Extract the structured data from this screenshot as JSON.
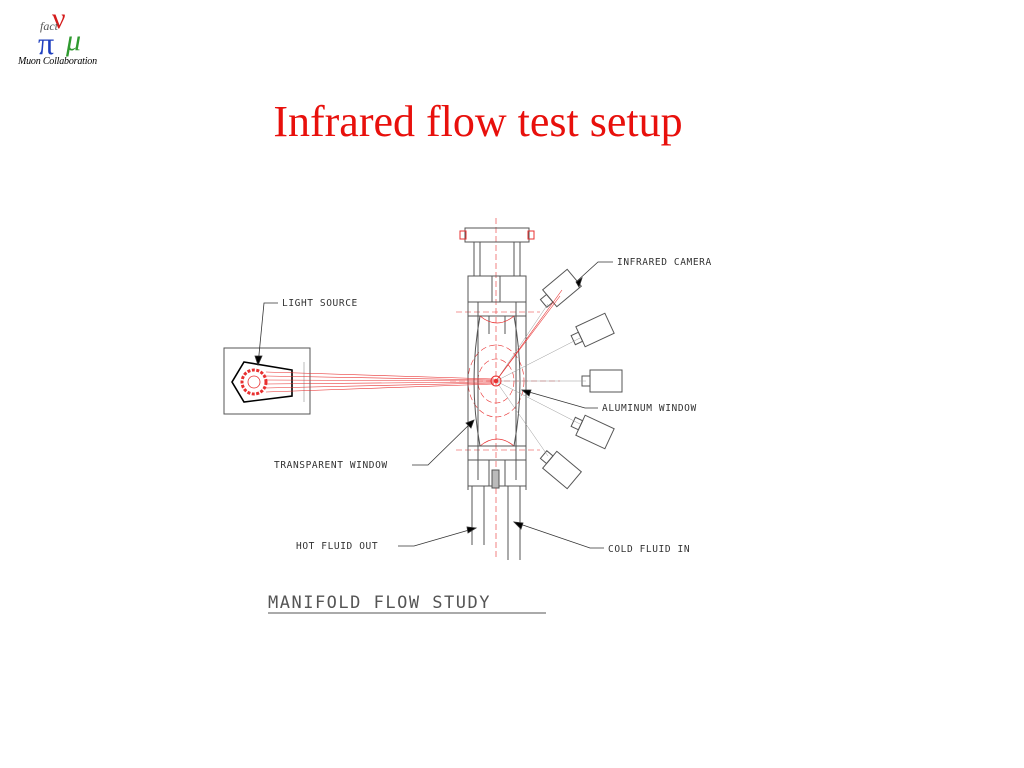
{
  "header": {
    "title": "Infrared flow test setup",
    "logo": {
      "glyphs": [
        "ν",
        "fact",
        "π",
        "μ"
      ],
      "caption": "Muon Collaboration",
      "colors": {
        "nu": "#d41a1a",
        "pi": "#1f3fbf",
        "mu": "#2f9a2f",
        "fact": "#555555"
      }
    }
  },
  "diagram": {
    "labels": {
      "infrared_camera": "INFRARED CAMERA",
      "light_source": "LIGHT SOURCE",
      "aluminum_window": "ALUMINUM WINDOW",
      "transparent_window": "TRANSPARENT WINDOW",
      "hot_fluid_out": "HOT FLUID OUT",
      "cold_fluid_in": "COLD FLUID IN"
    },
    "caption": "MANIFOLD FLOW STUDY",
    "colors": {
      "lines": "#555555",
      "beam": "#e83030",
      "label_text": "#333333"
    }
  }
}
